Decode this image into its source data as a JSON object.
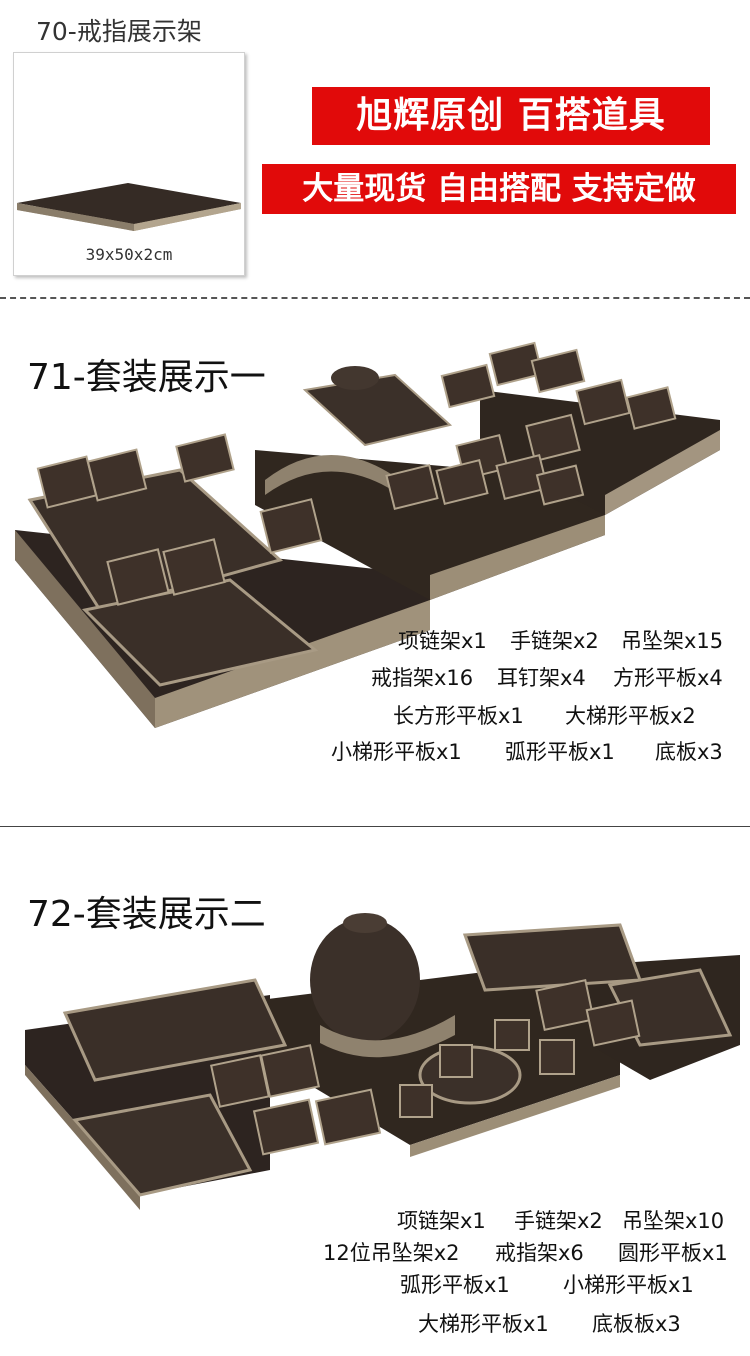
{
  "item70": {
    "title": "70-戒指展示架",
    "dims": "39x50x2cm"
  },
  "banners": {
    "line1": "旭辉原创  百搭道具",
    "line2": "大量现货  自由搭配  支持定做"
  },
  "set71": {
    "title": "71-套装展示一",
    "specs": [
      "项链架x1",
      "手链架x2",
      "吊坠架x15",
      "戒指架x16",
      "耳钉架x4",
      "方形平板x4",
      "长方形平板x1",
      "大梯形平板x2",
      "小梯形平板x1",
      "弧形平板x1",
      "底板x3"
    ]
  },
  "set72": {
    "title": "72-套装展示二",
    "specs": [
      "项链架x1",
      "手链架x2",
      "吊坠架x10",
      "12位吊坠架x2",
      "戒指架x6",
      "圆形平板x1",
      "弧形平板x1",
      "小梯形平板x1",
      "大梯形平板x1",
      "底板板x3"
    ]
  },
  "colors": {
    "accent_red": "#e10a0a",
    "tray_brown": "#3a2f28",
    "tray_trim": "#a89a84"
  }
}
